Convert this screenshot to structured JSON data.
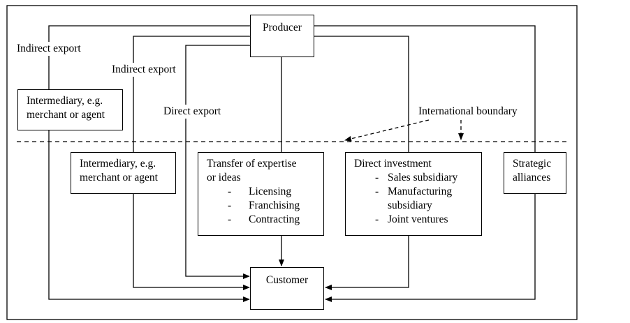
{
  "nodes": {
    "producer": "Producer",
    "customer": "Customer",
    "intermediary_left": [
      "Intermediary, e.g.",
      "merchant or agent"
    ],
    "intermediary_mid": [
      "Intermediary, e.g.",
      "merchant or agent"
    ],
    "transfer": {
      "title": [
        "Transfer of expertise",
        "or ideas"
      ],
      "items": [
        "Licensing",
        "Franchising",
        "Contracting"
      ]
    },
    "direct_investment": {
      "title": "Direct investment",
      "items": [
        "Sales subsidiary",
        "Manufacturing",
        "subsidiary",
        "Joint ventures"
      ],
      "item_dashes": [
        "-",
        "-",
        "",
        "-"
      ]
    },
    "strategic": [
      "Strategic",
      "alliances"
    ]
  },
  "labels": {
    "indirect_export_1": "Indirect export",
    "indirect_export_2": "Indirect export",
    "direct_export": "Direct export",
    "international_boundary": "International boundary"
  },
  "bullet": "-"
}
